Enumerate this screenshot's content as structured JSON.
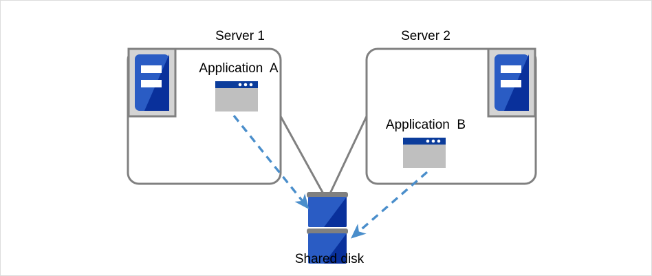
{
  "diagram": {
    "type": "architecture-diagram",
    "background_color": "#ffffff",
    "border_color": "#dcdcdc",
    "palette": {
      "box_stroke": "#808080",
      "connector_line": "#808080",
      "arrow_blue": "#4a8ecb",
      "icon_blue_light": "#2a5cc4",
      "icon_blue_dark": "#09309b",
      "icon_frame_gray": "#d4d4d4",
      "icon_frame_border": "#808080",
      "window_title_blue": "#0b3c9b",
      "window_body_gray": "#bfbfbf",
      "disk_band_gray": "#808080",
      "text_color": "#000000"
    },
    "nodes": [
      {
        "id": "server1",
        "label": "Server 1",
        "icon": "server-icon"
      },
      {
        "id": "server2",
        "label": "Server 2",
        "icon": "server-icon"
      },
      {
        "id": "app_a",
        "label": "Application  A",
        "icon": "app-window-icon"
      },
      {
        "id": "app_b",
        "label": "Application  B",
        "icon": "app-window-icon"
      },
      {
        "id": "shared_disk",
        "label": "Shared disk",
        "icon": "disk-stack-icon"
      }
    ],
    "connections": [
      {
        "from": "server1",
        "to": "shared_disk",
        "style": "solid",
        "color": "#808080",
        "arrow": false
      },
      {
        "from": "server2",
        "to": "shared_disk",
        "style": "solid",
        "color": "#808080",
        "arrow": false
      },
      {
        "from": "app_a",
        "to": "shared_disk",
        "style": "dashed",
        "color": "#4a8ecb",
        "arrow": true
      },
      {
        "from": "app_b",
        "to": "shared_disk",
        "style": "dashed",
        "color": "#4a8ecb",
        "arrow": true
      }
    ]
  },
  "labels": {
    "server1_title": "Server 1",
    "server2_title": "Server 2",
    "app_a": "Application  A",
    "app_b": "Application  B",
    "shared_disk": "Shared disk"
  }
}
